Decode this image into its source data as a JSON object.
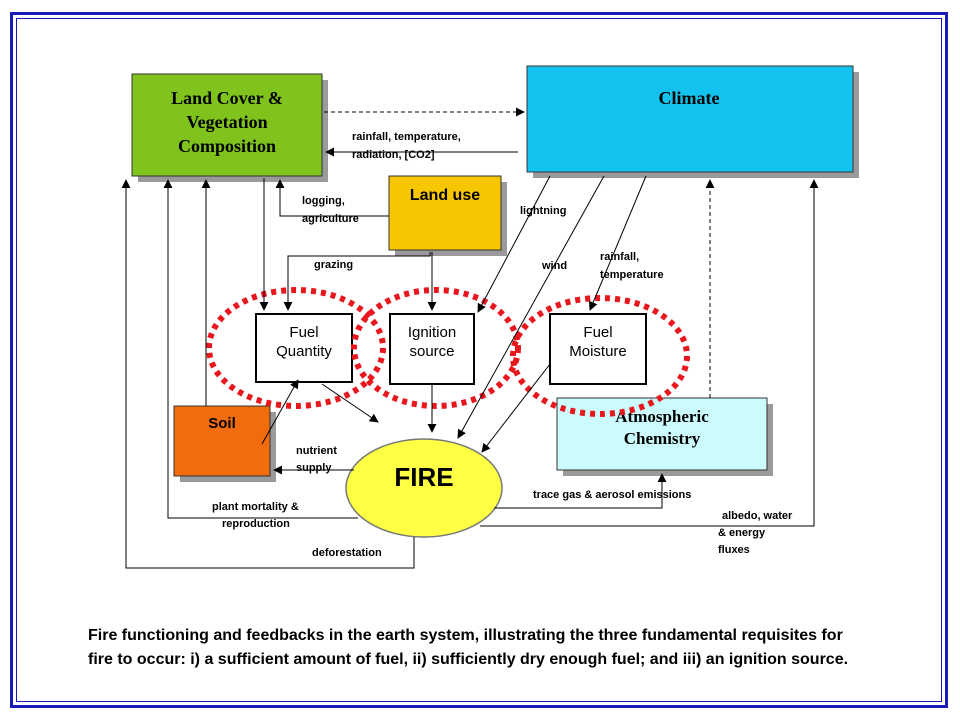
{
  "boxes": {
    "land_cover": [
      "Land Cover &",
      "Vegetation",
      "Composition"
    ],
    "climate": "Climate",
    "land_use": "Land use",
    "fuel_quantity": [
      "Fuel",
      "Quantity"
    ],
    "ignition_source": [
      "Ignition",
      "source"
    ],
    "fuel_moisture": [
      "Fuel",
      "Moisture"
    ],
    "soil": "Soil",
    "atmospheric_chemistry": [
      "Atmospheric",
      "Chemistry"
    ],
    "fire": "FIRE"
  },
  "labels": {
    "rainfall_temp_rad": [
      "rainfall, temperature,",
      "radiation, [CO2]"
    ],
    "logging": [
      "logging,",
      "agriculture"
    ],
    "lightning": "lightning",
    "grazing": "grazing",
    "wind": "wind",
    "rainfall_temp": [
      "rainfall,",
      "temperature"
    ],
    "nutrient": [
      "nutrient",
      "supply"
    ],
    "plant_mortality": [
      "plant mortality &",
      "reproduction"
    ],
    "trace_gas": "trace gas  & aerosol   emissions",
    "albedo": [
      "albedo, water",
      "& energy",
      "fluxes"
    ],
    "deforestation": "deforestation"
  },
  "caption": "Fire functioning and feedbacks in the earth system, illustrating the three fundamental requisites for fire to occur: i) a sufficient amount of fuel, ii) sufficiently dry enough fuel; and iii) an ignition source.",
  "colors": {
    "land_cover": "#7fc31c",
    "climate": "#14c2ef",
    "land_use": "#f6c600",
    "soil": "#f26b0c",
    "atmospheric_chemistry": "#ccfbfd",
    "fire": "#ffff44",
    "dotted_ring": "#e8171e",
    "frame": "#1a1ab8"
  }
}
